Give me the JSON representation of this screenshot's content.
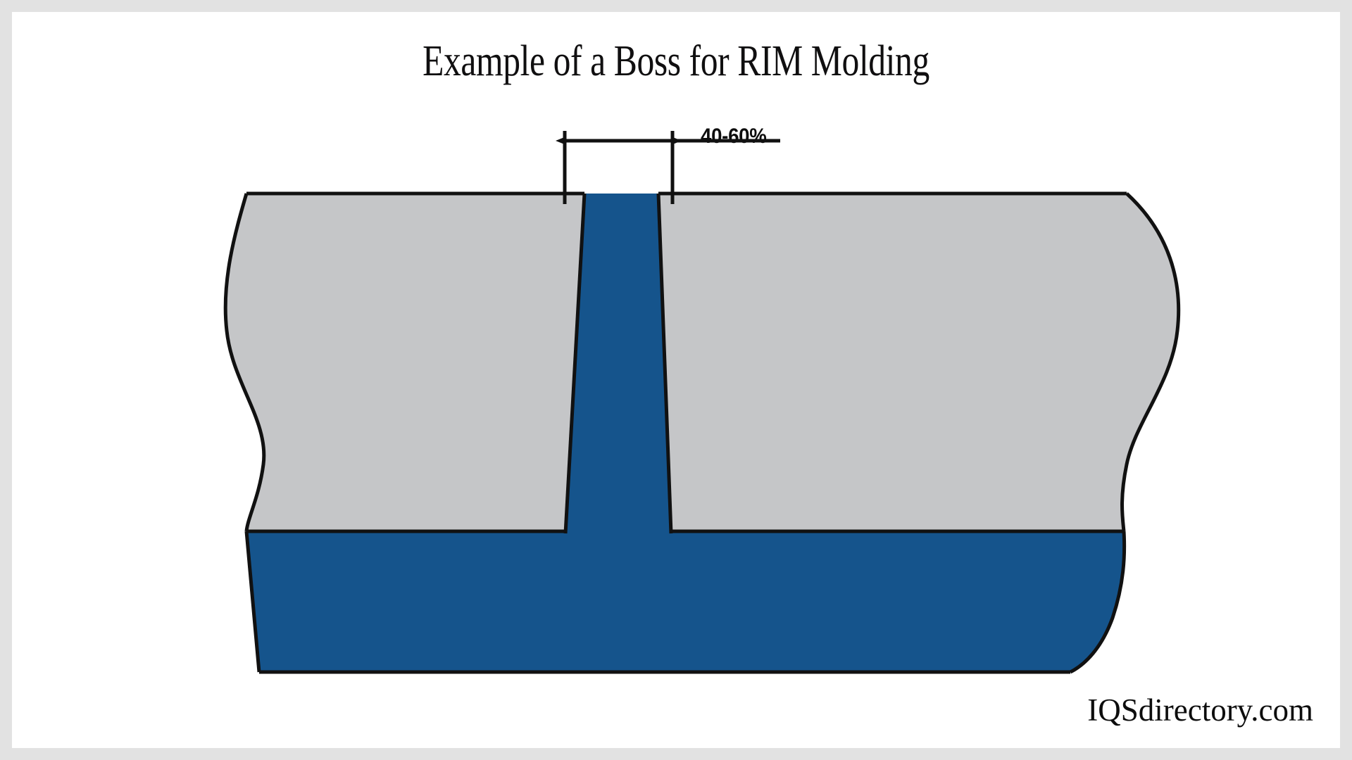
{
  "page": {
    "title": "Example of a Boss for RIM Molding",
    "watermark": "IQSdirectory.com",
    "frame_color": "#e2e2e2",
    "canvas_color": "#ffffff"
  },
  "diagram": {
    "type": "engineering-cross-section",
    "subject": "Boss feature in a reaction injection molded (RIM) part",
    "annotation": {
      "label": "40-60%",
      "meaning": "boss wall thickness as percentage of nominal wall",
      "arrow_style": "double-headed dimension arrow with extension lines"
    },
    "materials": [
      {
        "name": "nominal-wall-section",
        "color": "#c5c6c8",
        "role": "part wall shown in gray"
      },
      {
        "name": "boss-and-base-section",
        "color": "#15548c",
        "role": "boss plus supporting base layer shown in blue"
      }
    ],
    "outline_color": "#111111",
    "edge_style": "S-curve break lines on left and right indicating a cut-away section",
    "features": [
      "gray upper wall layer",
      "blue lower base layer",
      "blue boss projecting upward from the base through the gray wall",
      "boss sides tapered with draft angle, narrower at the top"
    ]
  }
}
